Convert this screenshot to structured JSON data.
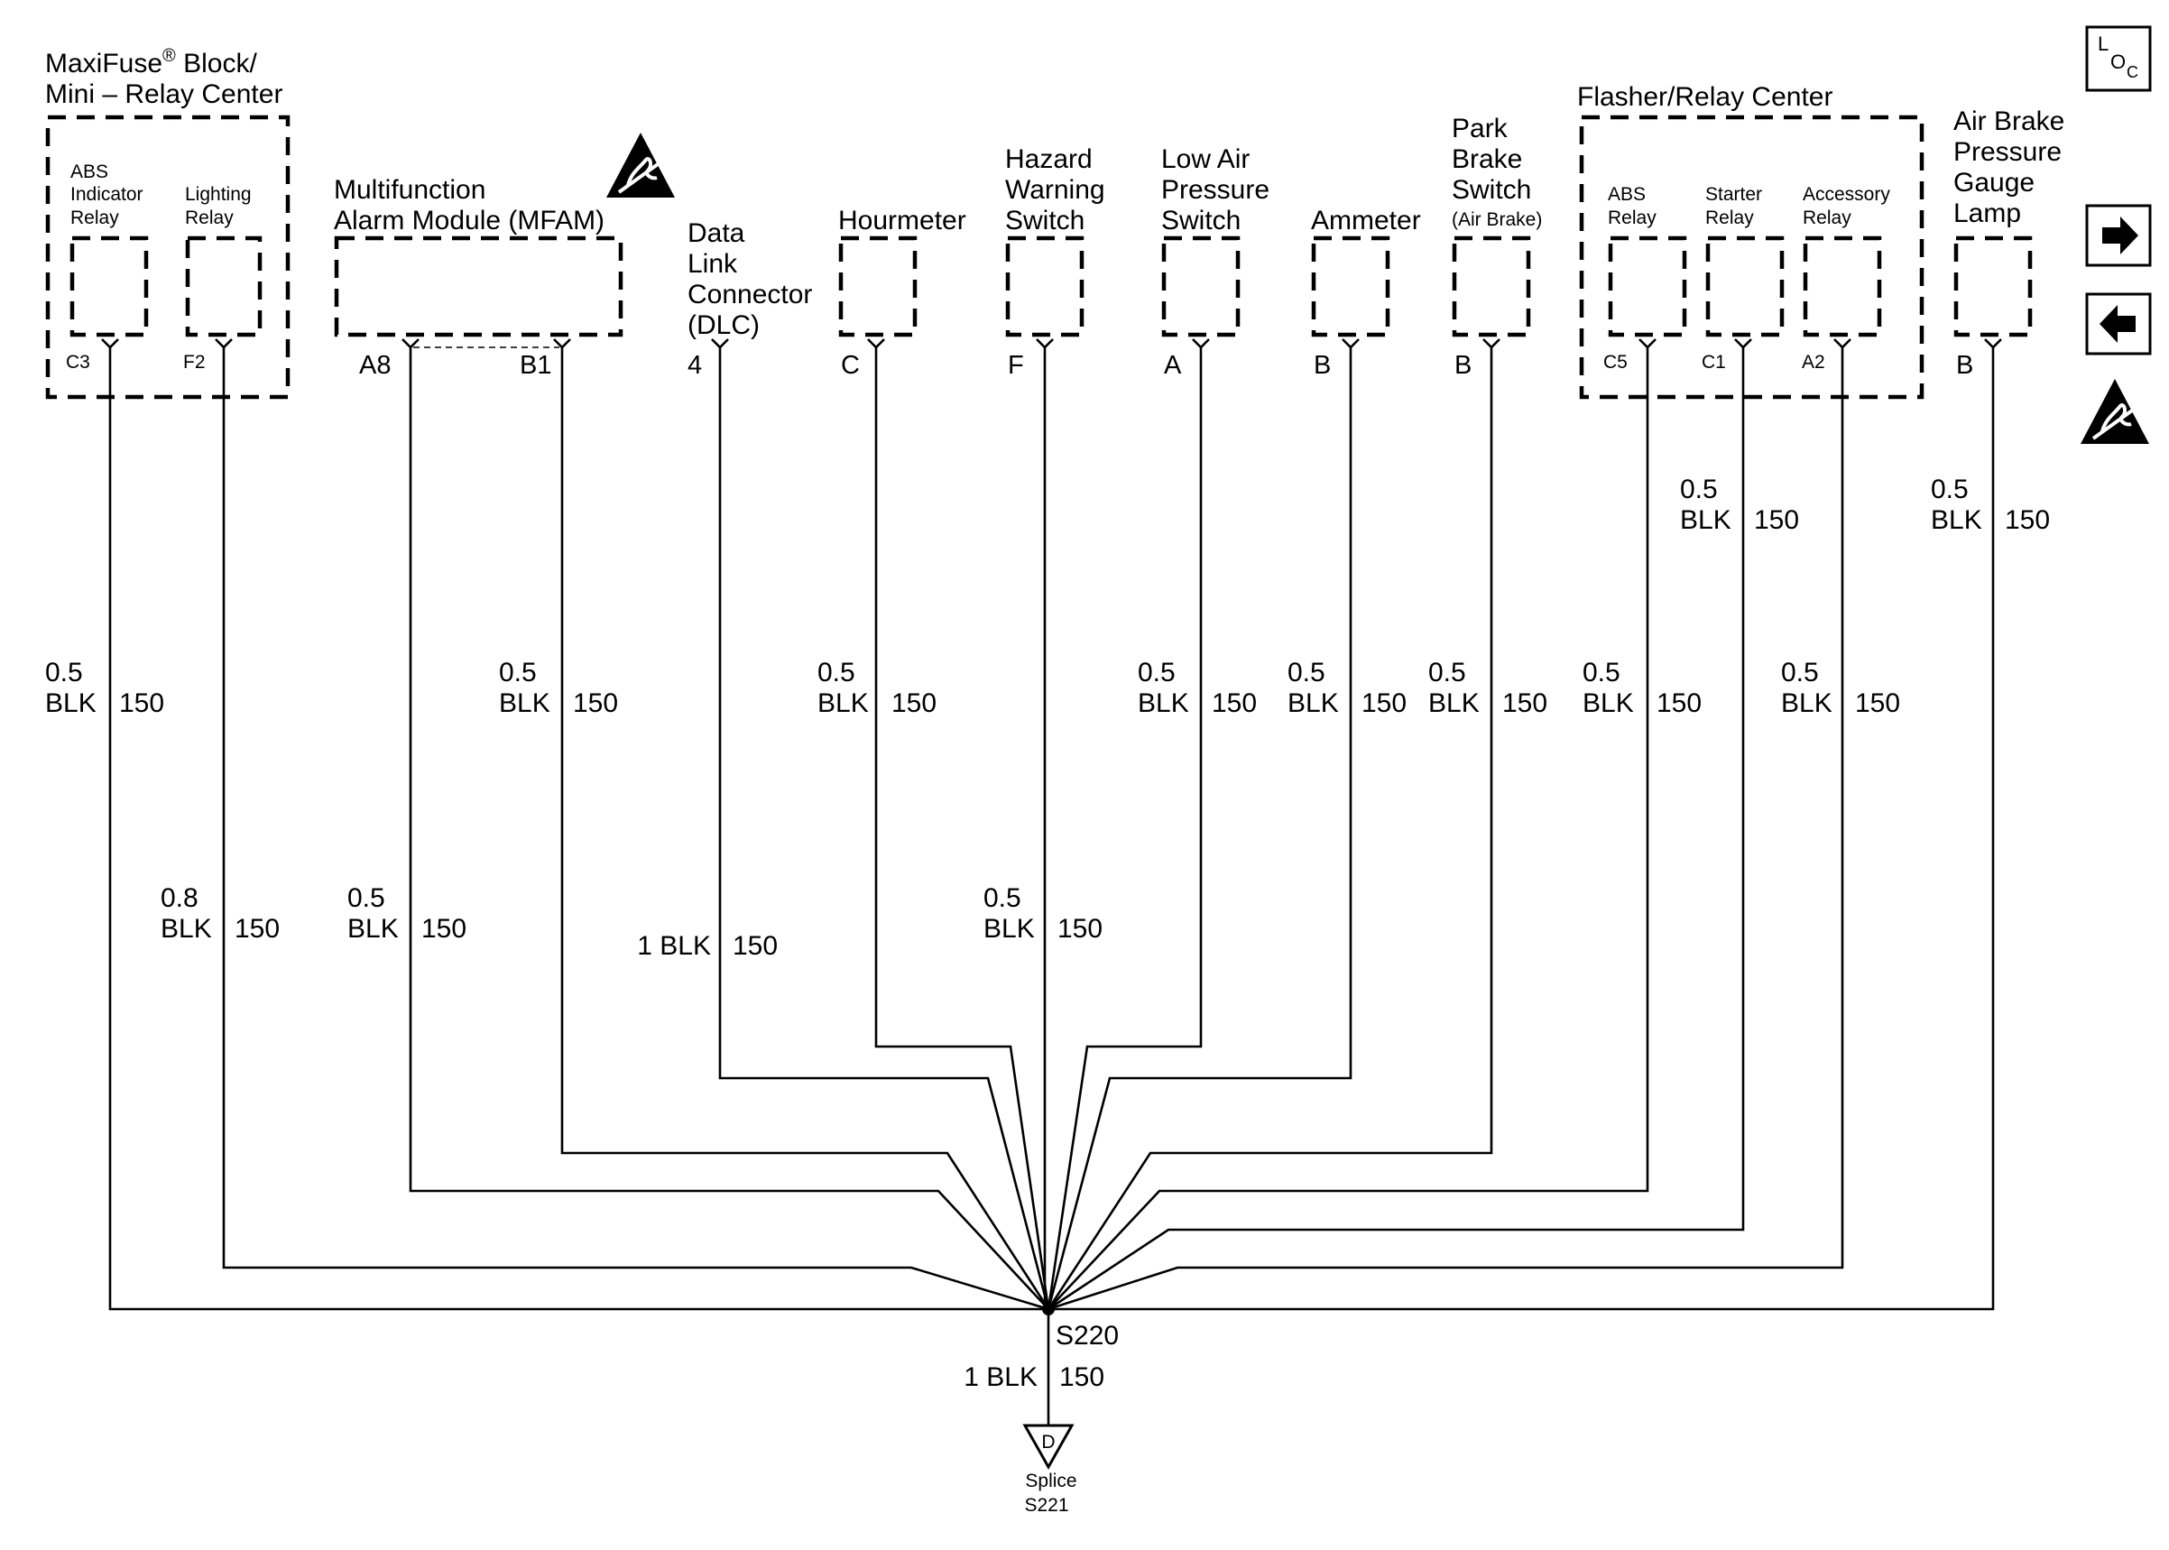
{
  "maxifuse": {
    "title_line1_pre": "MaxiFuse",
    "title_reg": "®",
    "title_line1_post": " Block/",
    "title_line2": "Mini – Relay Center",
    "abs_relay": [
      "ABS",
      "Indicator",
      "Relay"
    ],
    "lighting_relay": [
      "Lighting",
      "Relay"
    ],
    "pin_abs": "C3",
    "pin_lighting": "F2"
  },
  "mfam": {
    "title": [
      "Multifunction",
      "Alarm Module (MFAM)"
    ],
    "pin_a": "A8",
    "pin_b": "B1",
    "esd_icon": "esd-warning-icon"
  },
  "dlc": {
    "title": [
      "Data",
      "Link",
      "Connector",
      "(DLC)"
    ],
    "pin": "4"
  },
  "hourmeter": {
    "title": [
      "Hourmeter"
    ],
    "pin": "C"
  },
  "hazard": {
    "title": [
      "Hazard",
      "Warning",
      "Switch"
    ],
    "pin": "F"
  },
  "low_air": {
    "title": [
      "Low Air",
      "Pressure",
      "Switch"
    ],
    "pin": "A"
  },
  "ammeter": {
    "title": [
      "Ammeter"
    ],
    "pin": "B"
  },
  "park_brake": {
    "title": [
      "Park",
      "Brake",
      "Switch"
    ],
    "subtitle": "(Air Brake)",
    "pin": "B"
  },
  "flasher": {
    "title": "Flasher/Relay Center",
    "abs_relay": [
      "ABS",
      "Relay"
    ],
    "starter_relay": [
      "Starter",
      "Relay"
    ],
    "accessory_relay": [
      "Accessory",
      "Relay"
    ],
    "pin_abs": "C5",
    "pin_starter": "C1",
    "pin_accessory": "A2"
  },
  "air_brake_lamp": {
    "title": [
      "Air Brake",
      "Pressure",
      "Gauge",
      "Lamp"
    ],
    "pin": "B"
  },
  "wires": {
    "w_abs_ind": {
      "size": "0.5",
      "color": "BLK",
      "circuit": "150"
    },
    "w_lighting": {
      "size": "0.8",
      "color": "BLK",
      "circuit": "150"
    },
    "w_mfam_a8": {
      "size": "0.5",
      "color": "BLK",
      "circuit": "150"
    },
    "w_mfam_b1": {
      "size": "0.5",
      "color": "BLK",
      "circuit": "150"
    },
    "w_dlc": {
      "size": "1",
      "color": "BLK",
      "circuit": "150"
    },
    "w_hour": {
      "size": "0.5",
      "color": "BLK",
      "circuit": "150"
    },
    "w_hazard": {
      "size": "0.5",
      "color": "BLK",
      "circuit": "150"
    },
    "w_lowair": {
      "size": "0.5",
      "color": "BLK",
      "circuit": "150"
    },
    "w_ammeter": {
      "size": "0.5",
      "color": "BLK",
      "circuit": "150"
    },
    "w_park": {
      "size": "0.5",
      "color": "BLK",
      "circuit": "150"
    },
    "w_abs_rly": {
      "size": "0.5",
      "color": "BLK",
      "circuit": "150"
    },
    "w_starter": {
      "size": "0.5",
      "color": "BLK",
      "circuit": "150"
    },
    "w_access": {
      "size": "0.5",
      "color": "BLK",
      "circuit": "150"
    },
    "w_lamp": {
      "size": "0.5",
      "color": "BLK",
      "circuit": "150"
    }
  },
  "splice": {
    "name": "S220",
    "out_wire": "1 BLK",
    "out_circuit": "150",
    "ground_letter": "D",
    "ground_label": [
      "Splice",
      "S221"
    ]
  },
  "nav": {
    "loc_l": "L",
    "loc_o": "O",
    "loc_c": "C",
    "next_icon": "arrow-right-icon",
    "prev_icon": "arrow-left-icon",
    "esd_icon": "esd-warning-icon"
  }
}
